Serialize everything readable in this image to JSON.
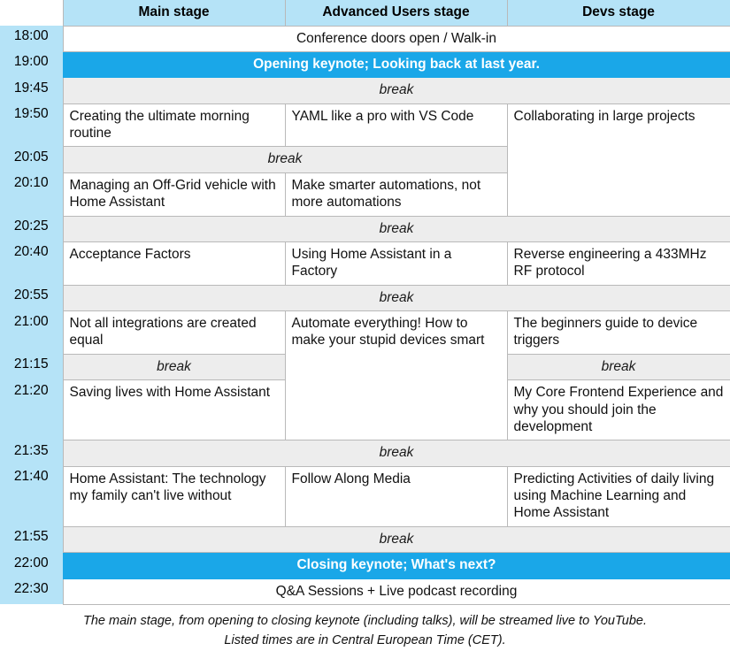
{
  "header": {
    "time_col_label": "",
    "stages": [
      "Main stage",
      "Advanced Users stage",
      "Devs stage"
    ]
  },
  "times": {
    "t1800": "18:00",
    "t1900": "19:00",
    "t1945": "19:45",
    "t1950": "19:50",
    "t2005": "20:05",
    "t2010": "20:10",
    "t2025": "20:25",
    "t2040": "20:40",
    "t2055": "20:55",
    "t2100": "21:00",
    "t2115": "21:15",
    "t2120": "21:20",
    "t2135": "21:35",
    "t2140": "21:40",
    "t2155": "21:55",
    "t2200": "22:00",
    "t2230": "22:30"
  },
  "labels": {
    "break": "break"
  },
  "sessions": {
    "doors_open": "Conference doors open / Walk-in",
    "opening_keynote": "Opening keynote; Looking back at last year.",
    "morning_routine": "Creating the ultimate morning routine",
    "yaml_vscode": "YAML like a pro with VS Code",
    "collaborating": "Collaborating in large projects",
    "offgrid_vehicle": "Managing an Off-Grid vehicle with Home Assistant",
    "smarter_automations": "Make smarter automations, not more automations",
    "acceptance_factors": "Acceptance Factors",
    "ha_in_factory": "Using Home Assistant in a Factory",
    "rf_433mhz": "Reverse engineering a 433MHz RF protocol",
    "not_all_integrations": "Not all integrations are created equal",
    "automate_everything": "Automate everything! How to make your stupid devices smart",
    "device_triggers": "The beginners guide to device triggers",
    "saving_lives": "Saving lives with Home Assistant",
    "core_frontend": "My Core Frontend Experience and why you should join the development",
    "family_cant_live": "Home Assistant: The technology my family can't live without",
    "follow_along_media": "Follow Along Media",
    "predicting_activities": "Predicting Activities of daily living using Machine Learning and Home Assistant",
    "closing_keynote": "Closing keynote; What's next?",
    "qa_podcast": "Q&A Sessions + Live podcast recording"
  },
  "notes": {
    "line1": "The main stage, from opening to closing keynote (including talks), will be streamed live to YouTube.",
    "line2": "Listed times are in Central European Time (CET)."
  },
  "colors": {
    "time_column": "#b5e3f7",
    "header": "#b5e3f7",
    "keynote": "#1aa7e8",
    "break": "#ededed",
    "border": "#b9b9b9",
    "cell": "#ffffff"
  }
}
